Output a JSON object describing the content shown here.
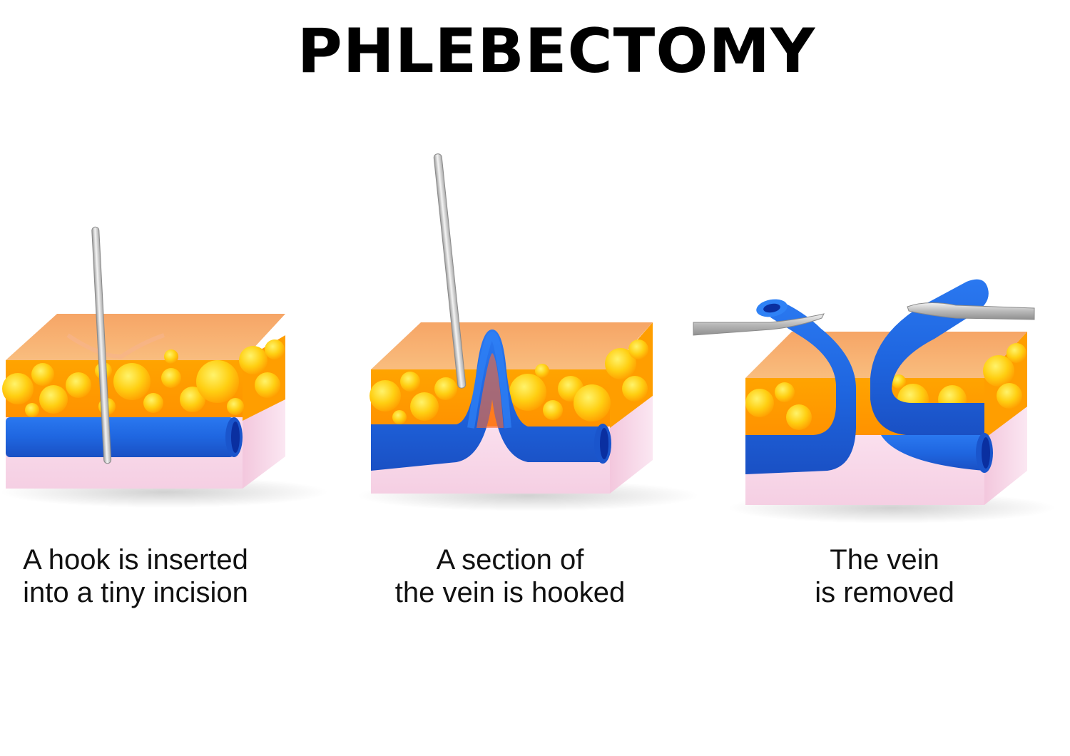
{
  "title": "PHLEBECTOMY",
  "steps": [
    {
      "line1": "A hook is inserted",
      "line2": "into a tiny incision"
    },
    {
      "line1": "A section of",
      "line2": "the vein is hooked"
    },
    {
      "line1": "The vein",
      "line2": "is removed"
    }
  ],
  "colors": {
    "skin_top": "#f7a86a",
    "fat": "#ffb000",
    "fat_bubble": "#ffd21a",
    "dermis": "#f8d8ea",
    "vein": "#1f6ee8",
    "vein_dark": "#1646b8",
    "instrument": "#c8c8c8"
  },
  "icons": [
    "hook-instrument-icon",
    "forceps-icon"
  ]
}
